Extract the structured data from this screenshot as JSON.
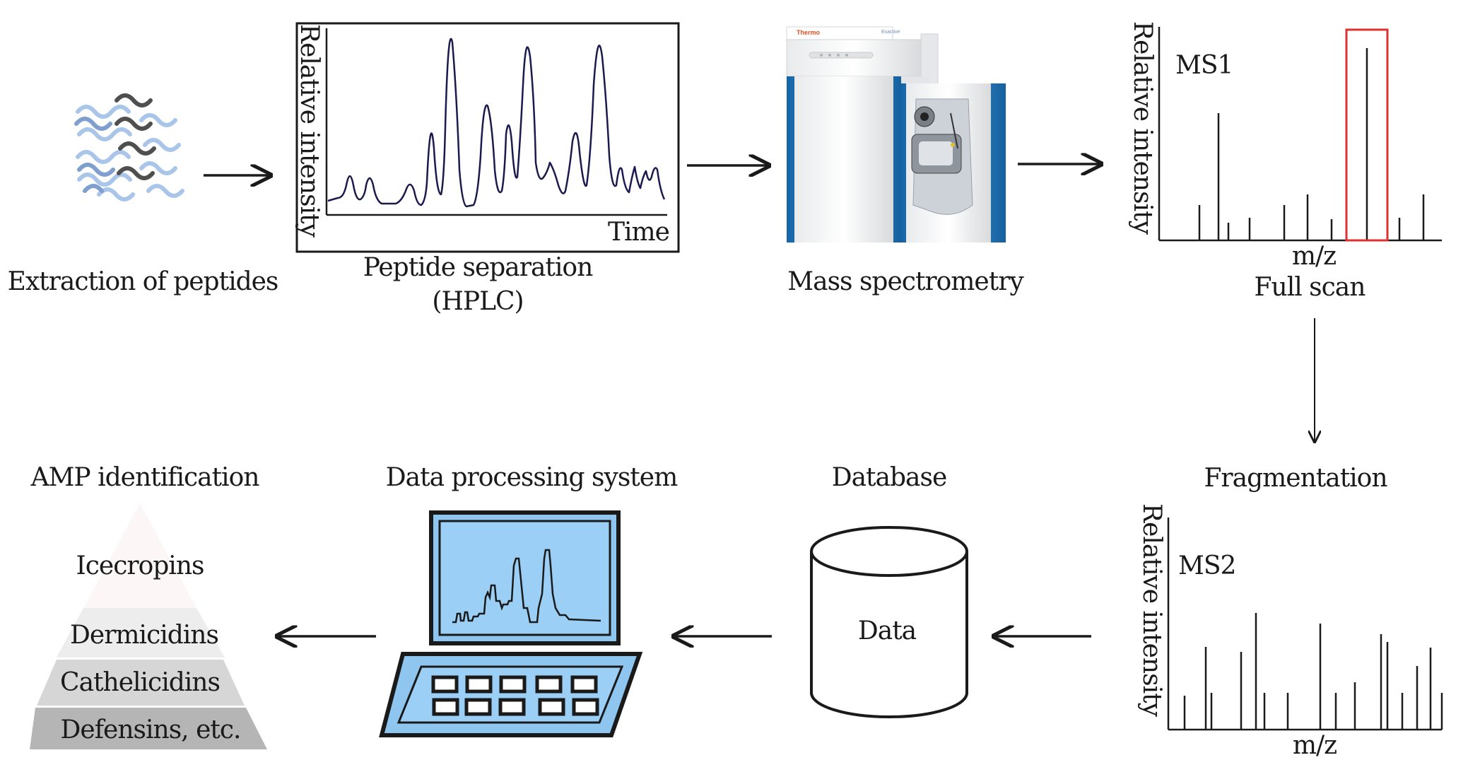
{
  "steps": {
    "extraction": "Extraction of peptides",
    "separation_line1": "Peptide separation",
    "separation_line2": "(HPLC)",
    "mass_spec": "Mass spectrometry",
    "full_scan": "Full scan",
    "fragmentation": "Fragmentation",
    "database": "Database",
    "data_processing": "Data processing system",
    "amp_identification": "AMP identification"
  },
  "hplc_plot": {
    "ylabel": "Relative intensity",
    "xlabel": "Time"
  },
  "ms1_plot": {
    "tag": "MS1",
    "ylabel": "Relative intensity",
    "xlabel": "m/z"
  },
  "ms2_plot": {
    "tag": "MS2",
    "ylabel": "Relative intensity",
    "xlabel": "m/z"
  },
  "instrument": {
    "brand": "Thermo",
    "model": "Exactive"
  },
  "database_cylinder": {
    "label": "Data"
  },
  "pyramid": {
    "levels": [
      "Icecropins",
      "Dermicidins",
      "Cathelicidins",
      "Defensins, etc."
    ]
  },
  "colors": {
    "line": "#1a1a1a",
    "hplc_trace": "#1a1a4e",
    "highlight": "#e03030",
    "screen": "#9ccff5",
    "instrument_blue": "#1a6fb0",
    "peptide_light": "#a8c8e8",
    "peptide_dark": "#555555"
  },
  "icons": [
    "peptide-strands-icon",
    "mass-spectrometer-icon",
    "database-cylinder-icon",
    "laptop-icon",
    "pyramid-icon"
  ]
}
